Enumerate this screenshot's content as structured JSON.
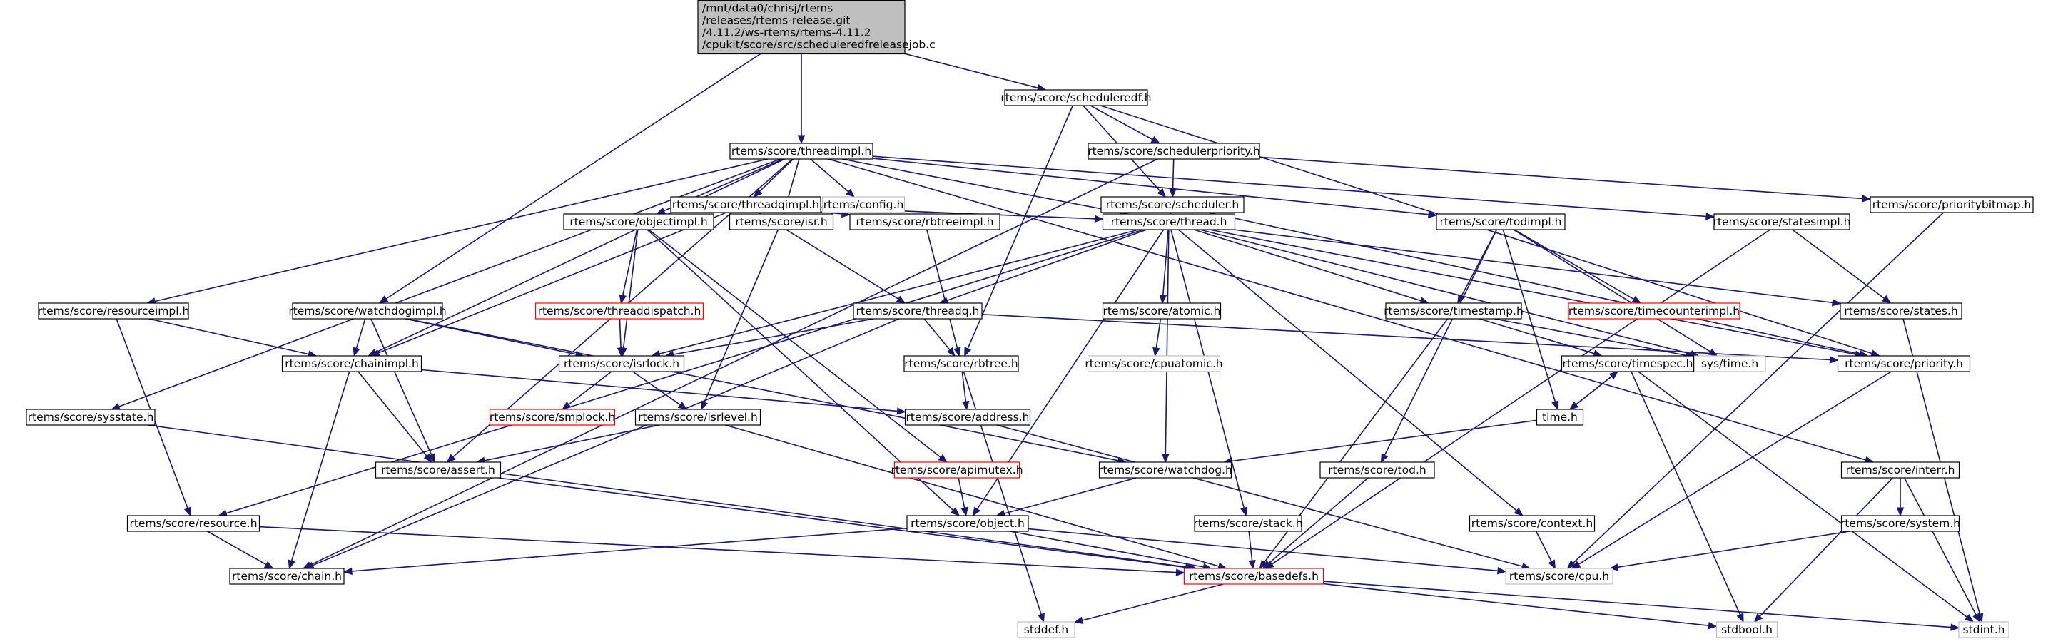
{
  "title_lines": [
    "/mnt/data0/chrisj/rtems",
    "/releases/rtems-release.git",
    "/4.11.2/ws-rtems/rtems-4.11.2",
    "/cpukit/score/src/scheduleredfreleasejob.c"
  ],
  "colors": {
    "edge": "#191970",
    "border_normal": "#000000",
    "border_missing": "#ff0000",
    "border_external": "#bfbfbf",
    "root_fill": "#bfbfbf",
    "node_fill": "#ffffff"
  },
  "nodes": {
    "root": {
      "label": "/mnt/data0/chrisj/rtems\n/releases/rtems-release.git\n/4.11.2/ws-rtems/rtems-4.11.2\n/cpukit/score/src/scheduleredfreleasejob.c",
      "kind": "root"
    },
    "scheduleredf": {
      "label": "rtems/score/scheduleredf.h",
      "kind": "normal"
    },
    "threadimpl": {
      "label": "rtems/score/threadimpl.h",
      "kind": "normal"
    },
    "schedulerpriority": {
      "label": "rtems/score/schedulerpriority.h",
      "kind": "normal"
    },
    "threadqimpl": {
      "label": "rtems/score/threadqimpl.h",
      "kind": "normal"
    },
    "config": {
      "label": "rtems/config.h",
      "kind": "external"
    },
    "scheduler": {
      "label": "rtems/score/scheduler.h",
      "kind": "normal"
    },
    "prioritybitmap": {
      "label": "rtems/score/prioritybitmap.h",
      "kind": "normal"
    },
    "objectimpl": {
      "label": "rtems/score/objectimpl.h",
      "kind": "normal"
    },
    "isr": {
      "label": "rtems/score/isr.h",
      "kind": "normal"
    },
    "rbtreeimpl": {
      "label": "rtems/score/rbtreeimpl.h",
      "kind": "normal"
    },
    "thread": {
      "label": "rtems/score/thread.h",
      "kind": "normal"
    },
    "todimpl": {
      "label": "rtems/score/todimpl.h",
      "kind": "normal"
    },
    "statesimpl": {
      "label": "rtems/score/statesimpl.h",
      "kind": "normal"
    },
    "resourceimpl": {
      "label": "rtems/score/resourceimpl.h",
      "kind": "normal"
    },
    "watchdogimpl": {
      "label": "rtems/score/watchdogimpl.h",
      "kind": "normal"
    },
    "threaddispatch": {
      "label": "rtems/score/threaddispatch.h",
      "kind": "missing"
    },
    "threadq": {
      "label": "rtems/score/threadq.h",
      "kind": "normal"
    },
    "atomic": {
      "label": "rtems/score/atomic.h",
      "kind": "normal"
    },
    "timestamp": {
      "label": "rtems/score/timestamp.h",
      "kind": "normal"
    },
    "timecounterimpl": {
      "label": "rtems/score/timecounterimpl.h",
      "kind": "missing"
    },
    "states": {
      "label": "rtems/score/states.h",
      "kind": "normal"
    },
    "chainimpl": {
      "label": "rtems/score/chainimpl.h",
      "kind": "normal"
    },
    "isrlock": {
      "label": "rtems/score/isrlock.h",
      "kind": "normal"
    },
    "rbtree": {
      "label": "rtems/score/rbtree.h",
      "kind": "normal"
    },
    "cpuatomic": {
      "label": "rtems/score/cpuatomic.h",
      "kind": "external"
    },
    "systime": {
      "label": "sys/time.h",
      "kind": "external"
    },
    "timespec": {
      "label": "rtems/score/timespec.h",
      "kind": "normal"
    },
    "priority": {
      "label": "rtems/score/priority.h",
      "kind": "normal"
    },
    "sysstate": {
      "label": "rtems/score/sysstate.h",
      "kind": "normal"
    },
    "smplock": {
      "label": "rtems/score/smplock.h",
      "kind": "missing"
    },
    "isrlevel": {
      "label": "rtems/score/isrlevel.h",
      "kind": "normal"
    },
    "address": {
      "label": "rtems/score/address.h",
      "kind": "normal"
    },
    "timeh": {
      "label": "time.h",
      "kind": "normal"
    },
    "assert": {
      "label": "rtems/score/assert.h",
      "kind": "normal"
    },
    "apimutex": {
      "label": "rtems/score/apimutex.h",
      "kind": "missing"
    },
    "watchdog": {
      "label": "rtems/score/watchdog.h",
      "kind": "normal"
    },
    "tod": {
      "label": "rtems/score/tod.h",
      "kind": "normal"
    },
    "interr": {
      "label": "rtems/score/interr.h",
      "kind": "normal"
    },
    "resource": {
      "label": "rtems/score/resource.h",
      "kind": "normal"
    },
    "object": {
      "label": "rtems/score/object.h",
      "kind": "normal"
    },
    "stack": {
      "label": "rtems/score/stack.h",
      "kind": "normal"
    },
    "context": {
      "label": "rtems/score/context.h",
      "kind": "normal"
    },
    "system": {
      "label": "rtems/score/system.h",
      "kind": "normal"
    },
    "chain": {
      "label": "rtems/score/chain.h",
      "kind": "normal"
    },
    "basedefs": {
      "label": "rtems/score/basedefs.h",
      "kind": "missing"
    },
    "cpu": {
      "label": "rtems/score/cpu.h",
      "kind": "external"
    },
    "stddef": {
      "label": "stddef.h",
      "kind": "external"
    },
    "stdbool": {
      "label": "stdbool.h",
      "kind": "external"
    },
    "stdint": {
      "label": "stdint.h",
      "kind": "external"
    }
  },
  "edges": [
    [
      "root",
      "scheduleredf"
    ],
    [
      "root",
      "threadimpl"
    ],
    [
      "root",
      "watchdogimpl"
    ],
    [
      "scheduleredf",
      "schedulerpriority"
    ],
    [
      "scheduleredf",
      "scheduler"
    ],
    [
      "scheduleredf",
      "rbtree"
    ],
    [
      "scheduleredf",
      "priority"
    ],
    [
      "schedulerpriority",
      "scheduler"
    ],
    [
      "schedulerpriority",
      "prioritybitmap"
    ],
    [
      "schedulerpriority",
      "chain"
    ],
    [
      "scheduler",
      "thread"
    ],
    [
      "scheduler",
      "priority"
    ],
    [
      "prioritybitmap",
      "cpu"
    ],
    [
      "threadimpl",
      "threadqimpl"
    ],
    [
      "threadimpl",
      "config"
    ],
    [
      "threadimpl",
      "objectimpl"
    ],
    [
      "threadimpl",
      "isr"
    ],
    [
      "threadimpl",
      "thread"
    ],
    [
      "threadimpl",
      "todimpl"
    ],
    [
      "threadimpl",
      "statesimpl"
    ],
    [
      "threadimpl",
      "resourceimpl"
    ],
    [
      "threadimpl",
      "chainimpl"
    ],
    [
      "threadimpl",
      "assert"
    ],
    [
      "threadimpl",
      "sysstate"
    ],
    [
      "threadimpl",
      "interr"
    ],
    [
      "threadqimpl",
      "threadq"
    ],
    [
      "threadqimpl",
      "chainimpl"
    ],
    [
      "threadqimpl",
      "rbtreeimpl"
    ],
    [
      "threadqimpl",
      "thread"
    ],
    [
      "objectimpl",
      "threaddispatch"
    ],
    [
      "objectimpl",
      "isrlock"
    ],
    [
      "objectimpl",
      "object"
    ],
    [
      "objectimpl",
      "apimutex"
    ],
    [
      "isr",
      "isrlevel"
    ],
    [
      "rbtreeimpl",
      "rbtree"
    ],
    [
      "thread",
      "threadq"
    ],
    [
      "thread",
      "atomic"
    ],
    [
      "thread",
      "timestamp"
    ],
    [
      "thread",
      "states"
    ],
    [
      "thread",
      "priority"
    ],
    [
      "thread",
      "isrlock"
    ],
    [
      "thread",
      "object"
    ],
    [
      "thread",
      "watchdog"
    ],
    [
      "thread",
      "stack"
    ],
    [
      "thread",
      "context"
    ],
    [
      "thread",
      "resource"
    ],
    [
      "thread",
      "systime"
    ],
    [
      "todimpl",
      "timestamp"
    ],
    [
      "todimpl",
      "timecounterimpl"
    ],
    [
      "todimpl",
      "tod"
    ],
    [
      "todimpl",
      "timeh"
    ],
    [
      "todimpl",
      "systime"
    ],
    [
      "statesimpl",
      "states"
    ],
    [
      "statesimpl",
      "basedefs"
    ],
    [
      "resourceimpl",
      "chainimpl"
    ],
    [
      "resourceimpl",
      "resource"
    ],
    [
      "watchdogimpl",
      "chainimpl"
    ],
    [
      "watchdogimpl",
      "isrlock"
    ],
    [
      "watchdogimpl",
      "assert"
    ],
    [
      "watchdogimpl",
      "watchdog"
    ],
    [
      "threaddispatch",
      "isrlock"
    ],
    [
      "threadq",
      "isrlock"
    ],
    [
      "threadq",
      "rbtree"
    ],
    [
      "threadq",
      "chain"
    ],
    [
      "threadq",
      "priority"
    ],
    [
      "atomic",
      "cpuatomic"
    ],
    [
      "timestamp",
      "timespec"
    ],
    [
      "timestamp",
      "systime"
    ],
    [
      "timestamp",
      "basedefs"
    ],
    [
      "chainimpl",
      "assert"
    ],
    [
      "chainimpl",
      "chain"
    ],
    [
      "chainimpl",
      "address"
    ],
    [
      "isrlock",
      "smplock"
    ],
    [
      "isrlock",
      "isrlevel"
    ],
    [
      "rbtree",
      "address"
    ],
    [
      "rbtree",
      "stddef"
    ],
    [
      "timespec",
      "timeh"
    ],
    [
      "timespec",
      "stdbool"
    ],
    [
      "timespec",
      "stdint"
    ],
    [
      "timeh",
      "timespec"
    ],
    [
      "timeh",
      "watchdog"
    ],
    [
      "priority",
      "cpu"
    ],
    [
      "isrlevel",
      "assert"
    ],
    [
      "isrlevel",
      "basedefs"
    ],
    [
      "address",
      "cpu"
    ],
    [
      "assert",
      "basedefs"
    ],
    [
      "apimutex",
      "object"
    ],
    [
      "watchdog",
      "object"
    ],
    [
      "tod",
      "basedefs"
    ],
    [
      "sysstate",
      "basedefs"
    ],
    [
      "interr",
      "system"
    ],
    [
      "interr",
      "stdbool"
    ],
    [
      "interr",
      "stdint"
    ],
    [
      "resource",
      "chain"
    ],
    [
      "resource",
      "basedefs"
    ],
    [
      "object",
      "chain"
    ],
    [
      "object",
      "basedefs"
    ],
    [
      "object",
      "cpu"
    ],
    [
      "stack",
      "basedefs"
    ],
    [
      "context",
      "cpu"
    ],
    [
      "system",
      "cpu"
    ],
    [
      "basedefs",
      "stddef"
    ],
    [
      "basedefs",
      "stdbool"
    ],
    [
      "basedefs",
      "stdint"
    ],
    [
      "states",
      "stdint"
    ]
  ]
}
